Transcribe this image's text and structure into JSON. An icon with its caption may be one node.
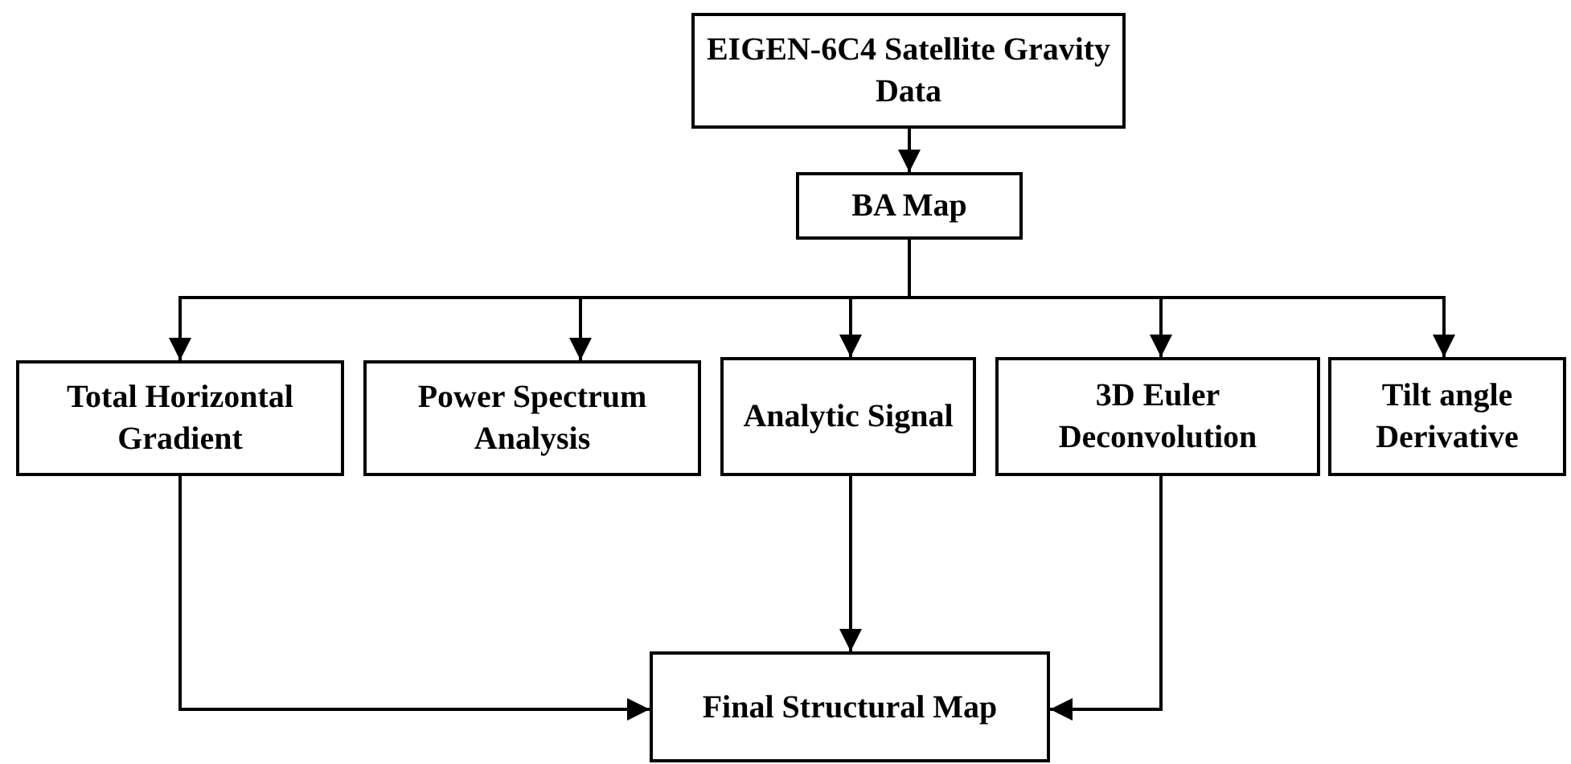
{
  "diagram": {
    "nodes": [
      {
        "text": [
          "EIGEN-6C4 Satellite Gravity Data"
        ]
      },
      {
        "text": [
          "BA Map"
        ]
      },
      {
        "text": [
          "Total Horizontal Gradient"
        ]
      },
      {
        "text": [
          "Power Spectrum Analysis"
        ]
      },
      {
        "text": [
          "Analytic Signal"
        ]
      },
      {
        "text": [
          "3D Euler Deconvolution"
        ]
      },
      {
        "text": [
          "Tilt angle Derivative"
        ]
      },
      {
        "text": [
          "Final Structural Map"
        ]
      }
    ],
    "edges": [
      {
        "from": 0,
        "to": 1,
        "arrow": "to"
      },
      {
        "from": 1,
        "to": 2,
        "arrow": "to"
      },
      {
        "from": 1,
        "to": 3,
        "arrow": "to"
      },
      {
        "from": 1,
        "to": 4,
        "arrow": "to"
      },
      {
        "from": 1,
        "to": 5,
        "arrow": "to"
      },
      {
        "from": 1,
        "to": 6,
        "arrow": "to"
      },
      {
        "from": 2,
        "to": 7,
        "arrow": "to"
      },
      {
        "from": 4,
        "to": 7,
        "arrow": "to"
      },
      {
        "from": 5,
        "to": 7,
        "arrow": "to"
      }
    ]
  }
}
